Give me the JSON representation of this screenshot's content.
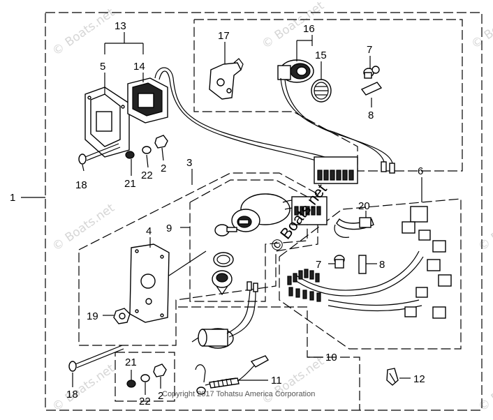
{
  "watermarks": [
    "© Boats.net",
    "© Boats.net",
    "© Boats.net",
    "© Boats.net",
    "© Boats.net",
    "© Boats.net",
    "© Boats.net",
    "© Boats.net"
  ],
  "center_watermark": "© Boats.net",
  "copyright": "Copyright 2017 Tohatsu America Corporation",
  "callouts": {
    "c1": "1",
    "c2a": "2",
    "c2b": "2",
    "c3": "3",
    "c4": "4",
    "c5": "5",
    "c6": "6",
    "c7a": "7",
    "c7b": "7",
    "c8a": "8",
    "c8b": "8",
    "c9": "9",
    "c10": "10",
    "c11": "11",
    "c12": "12",
    "c13": "13",
    "c14": "14",
    "c15": "15",
    "c16": "16",
    "c17": "17",
    "c18a": "18",
    "c18b": "18",
    "c19": "19",
    "c20": "20",
    "c21a": "21",
    "c21b": "21",
    "c22a": "22",
    "c22b": "22"
  }
}
